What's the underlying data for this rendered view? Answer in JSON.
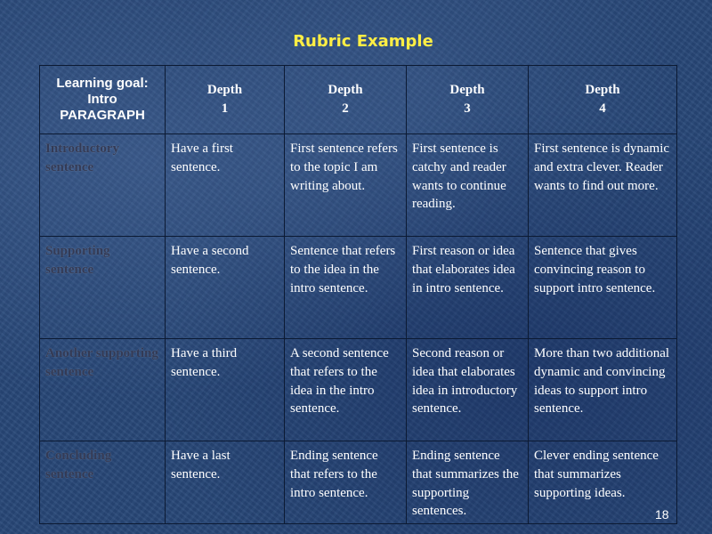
{
  "slide": {
    "title": "Rubric Example",
    "page_number": "18"
  },
  "rubric": {
    "header": {
      "goal_lines": [
        "Learning goal:",
        "Intro",
        "PARAGRAPH"
      ],
      "depths": [
        {
          "word": "Depth",
          "num": "1"
        },
        {
          "word": "Depth",
          "num": "2"
        },
        {
          "word": "Depth",
          "num": "3"
        },
        {
          "word": "Depth",
          "num": "4"
        }
      ]
    },
    "rows": [
      {
        "label": "Introductory sentence",
        "cells": [
          "Have a first sentence.",
          "First sentence refers to the topic I am writing about.",
          "First sentence is catchy and reader wants to continue reading.",
          "First sentence is dynamic and extra clever.  Reader wants to find out more."
        ]
      },
      {
        "label": "Supporting sentence",
        "cells": [
          "Have a second sentence.",
          "Sentence that refers to the idea in the intro sentence.",
          "First reason or idea that elaborates idea in intro sentence.",
          "Sentence that gives convincing reason to support intro sentence."
        ]
      },
      {
        "label": "Another supporting sentence",
        "cells": [
          "Have a third sentence.",
          "A second sentence that refers to the idea in the intro sentence.",
          "Second reason or idea that elaborates idea in introductory sentence.",
          "More than two additional dynamic and convincing ideas to support intro sentence."
        ]
      },
      {
        "label": "Concluding sentence",
        "cells": [
          "Have a last sentence.",
          "Ending sentence that refers to the intro sentence.",
          "Ending sentence that summarizes the supporting sentences.",
          "Clever ending sentence that summarizes supporting ideas."
        ]
      }
    ]
  },
  "colors": {
    "background": "#284878",
    "title": "#ffee44",
    "text": "#ffffff",
    "row_label": "#333a55",
    "grid": "#0c1a33"
  }
}
